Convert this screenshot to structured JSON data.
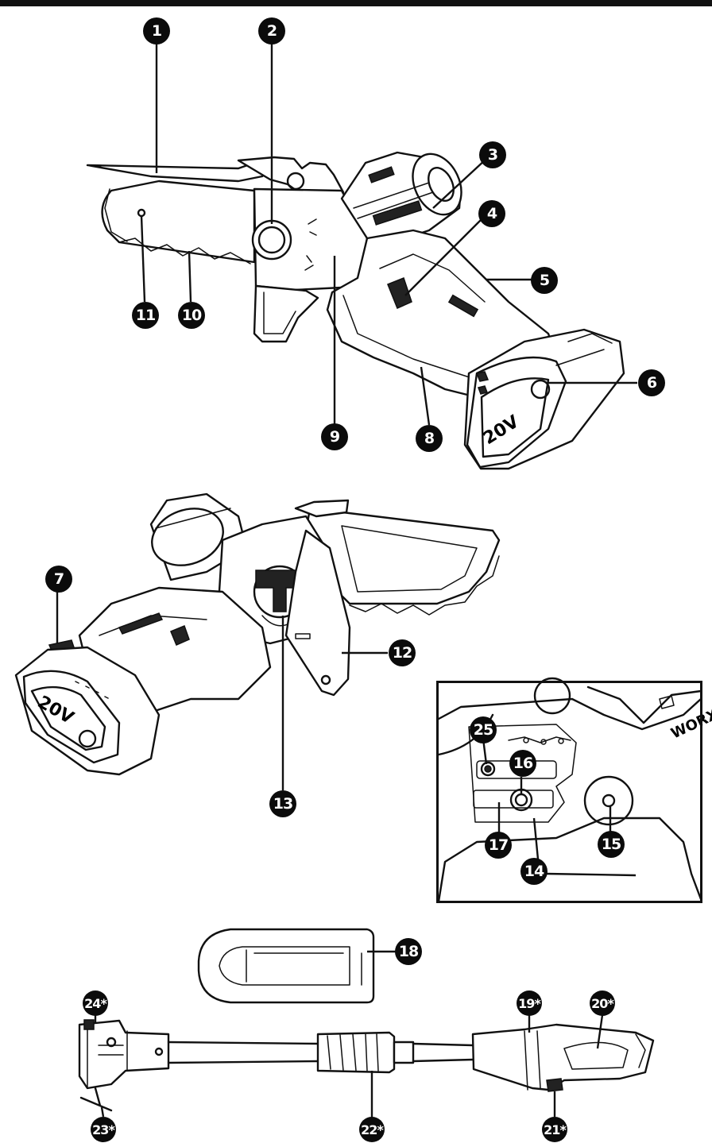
{
  "callouts": [
    {
      "id": "1",
      "label": "1"
    },
    {
      "id": "2",
      "label": "2"
    },
    {
      "id": "3",
      "label": "3"
    },
    {
      "id": "4",
      "label": "4"
    },
    {
      "id": "5",
      "label": "5"
    },
    {
      "id": "6",
      "label": "6"
    },
    {
      "id": "7",
      "label": "7"
    },
    {
      "id": "8",
      "label": "8"
    },
    {
      "id": "9",
      "label": "9"
    },
    {
      "id": "10",
      "label": "10"
    },
    {
      "id": "11",
      "label": "11"
    },
    {
      "id": "12",
      "label": "12"
    },
    {
      "id": "13",
      "label": "13"
    },
    {
      "id": "14",
      "label": "14"
    },
    {
      "id": "15",
      "label": "15"
    },
    {
      "id": "16",
      "label": "16"
    },
    {
      "id": "17",
      "label": "17"
    },
    {
      "id": "18",
      "label": "18"
    },
    {
      "id": "19",
      "label": "19*"
    },
    {
      "id": "20",
      "label": "20*"
    },
    {
      "id": "21",
      "label": "21*"
    },
    {
      "id": "22",
      "label": "22*"
    },
    {
      "id": "23",
      "label": "23*"
    },
    {
      "id": "24",
      "label": "24*"
    },
    {
      "id": "25",
      "label": "25"
    }
  ],
  "battery_text": "20V",
  "brand_text": "WORX"
}
